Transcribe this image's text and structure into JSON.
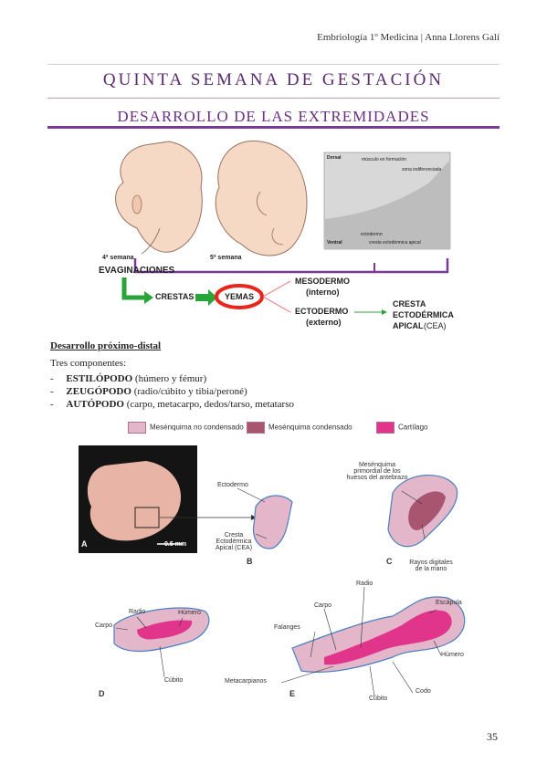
{
  "header": {
    "text": "Embriología 1º Medicina | Anna Llorens Galí"
  },
  "title": "QUINTA SEMANA DE GESTACIÓN",
  "subtitle": "DESARROLLO DE LAS EXTREMIDADES",
  "top_figure": {
    "week4": "4ª semana",
    "week5": "5ª semana",
    "micro_labels": {
      "dorsal": "Dorsal",
      "musculo": "músculo en formación",
      "zona": "zona indiferenciada",
      "ectodermo": "ectodermo",
      "ventral": "Ventral",
      "cresta": "cresta ectodérmica apical"
    },
    "evaginaciones": "EVAGINACIONES",
    "crestas": "CRESTAS",
    "yemas": "YEMAS",
    "mesodermo": "MESODERMO",
    "interno": "(interno)",
    "ectodermo": "ECTODERMO",
    "externo": "(externo)",
    "cresta1": "CRESTA",
    "cresta2": "ECTODÉRMICA",
    "cresta3": "APICAL",
    "cea": "(CEA)"
  },
  "section_title": "Desarrollo próximo-distal",
  "intro": "Tres componentes:",
  "components": [
    {
      "name": "ESTILÓPODO",
      "desc": "(húmero y fémur)"
    },
    {
      "name": "ZEUGÓPODO",
      "desc": "(radio/cúbito y tibia/peroné)"
    },
    {
      "name": "AUTÓPODO",
      "desc": "(carpo, metacarpo, dedos/tarso, metatarso"
    }
  ],
  "legend": [
    {
      "label": "Mesénquima no condensado",
      "color": "#e3b7c9"
    },
    {
      "label": "Mesénquima condensado",
      "color": "#a8566f"
    },
    {
      "label": "Cartílago",
      "color": "#e0358a"
    }
  ],
  "bottom_figure": {
    "scale": "0.5 mm",
    "A": "A",
    "B": "B",
    "C": "C",
    "D": "D",
    "E": "E",
    "ectodermo": "Ectodermo",
    "cresta_lines": [
      "Cresta",
      "Ectodérmica",
      "Apical (CEA)"
    ],
    "mes_lines": [
      "Mesénquima",
      "primordial de los",
      "huesos del antebrazo"
    ],
    "rayos_lines": [
      "Rayos digitales",
      "de la mano"
    ],
    "d_radio": "Radio",
    "d_humero": "Húmero",
    "d_carpo": "Carpo",
    "d_cubito": "Cúbito",
    "e_radio": "Radio",
    "e_carpo": "Carpo",
    "e_escapula": "Escápula",
    "e_falanges": "Falanges",
    "e_humero": "Húmero",
    "e_metacarpianos": "Metacarpianos",
    "e_codo": "Codo",
    "e_cubito": "Cúbito"
  },
  "page_number": "35"
}
